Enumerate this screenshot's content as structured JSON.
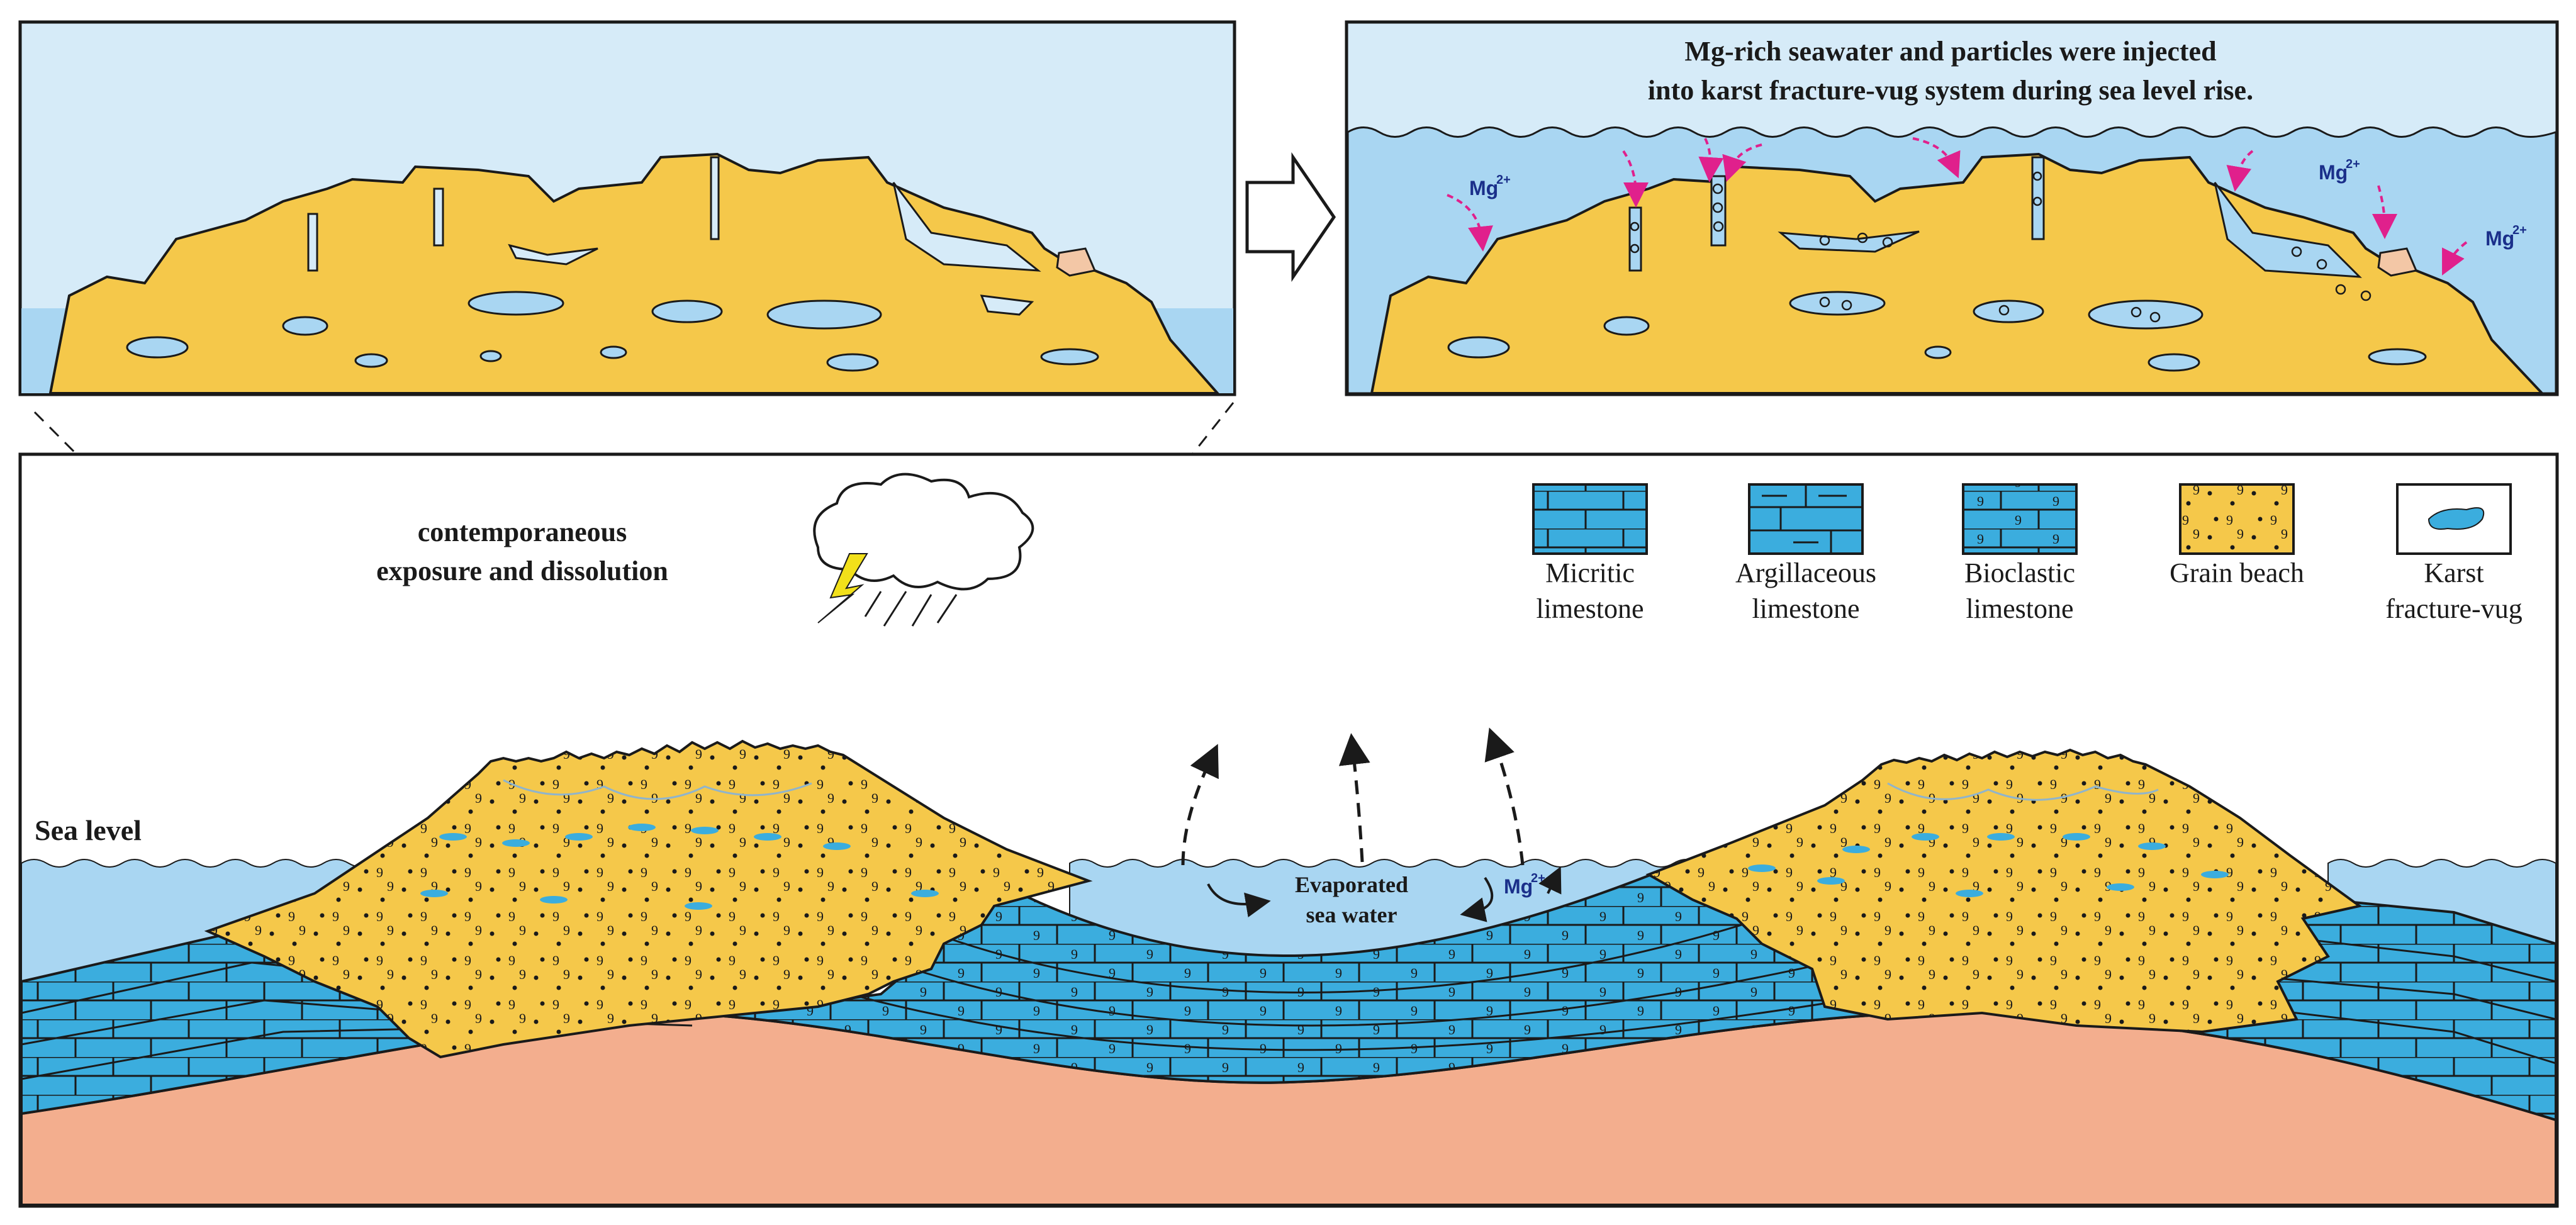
{
  "colors": {
    "sky": "#d6ebf8",
    "sea": "#a9d6f2",
    "sea_deep": "#8fcaee",
    "limestone": "#3badde",
    "grain": "#f5c84a",
    "basement": "#f3ae8e",
    "outline": "#1a1a1a",
    "mg_arrow": "#e0208c",
    "mg_text": "#1a2f8a",
    "lightning": "#f2e01a"
  },
  "top_right": {
    "title_line1": "Mg-rich seawater and particles were injected",
    "title_line2": "into karst fracture-vug system during sea level rise.",
    "mg_labels": [
      "Mg",
      "Mg",
      "Mg"
    ],
    "mg_charge": "2+"
  },
  "main": {
    "process_line1": "contemporaneous",
    "process_line2": "exposure and dissolution",
    "sea_level": "Sea level",
    "evap_line1": "Evaporated",
    "evap_line2": "sea water",
    "mg_label": "Mg",
    "mg_charge": "2+"
  },
  "legend": {
    "items": [
      {
        "line1": "Micritic",
        "line2": "limestone",
        "icon": "micritic-limestone-icon"
      },
      {
        "line1": "Argillaceous",
        "line2": "limestone",
        "icon": "argillaceous-limestone-icon"
      },
      {
        "line1": "Bioclastic",
        "line2": "limestone",
        "icon": "bioclastic-limestone-icon"
      },
      {
        "line1": "Grain beach",
        "line2": "",
        "icon": "grain-beach-icon"
      },
      {
        "line1": "Karst",
        "line2": "fracture-vug",
        "icon": "karst-fracture-vug-icon"
      }
    ]
  }
}
